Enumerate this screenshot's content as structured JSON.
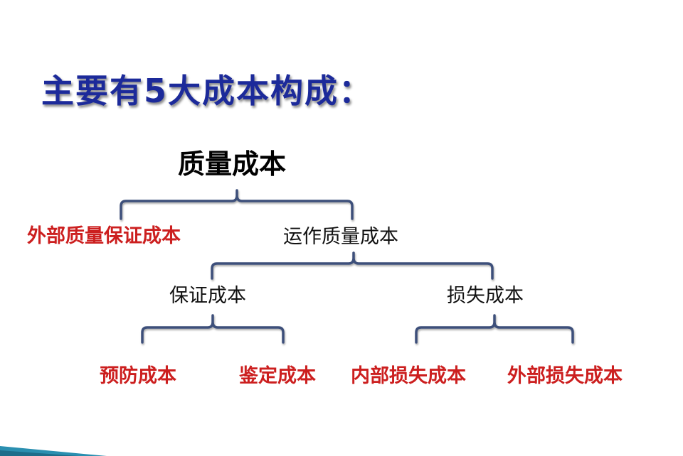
{
  "title": "主要有5大成本构成：",
  "tree": {
    "root": "质量成本",
    "level1": {
      "left": "外部质量保证成本",
      "right": "运作质量成本"
    },
    "level2": {
      "left": "保证成本",
      "right": "损失成本"
    },
    "level3": {
      "a": "预防成本",
      "b": "鉴定成本",
      "c": "内部损失成本",
      "d": "外部损失成本"
    }
  },
  "colors": {
    "title": "#1c2a9a",
    "red_node": "#cc1f1f",
    "bracket": "#3c4f7a"
  }
}
